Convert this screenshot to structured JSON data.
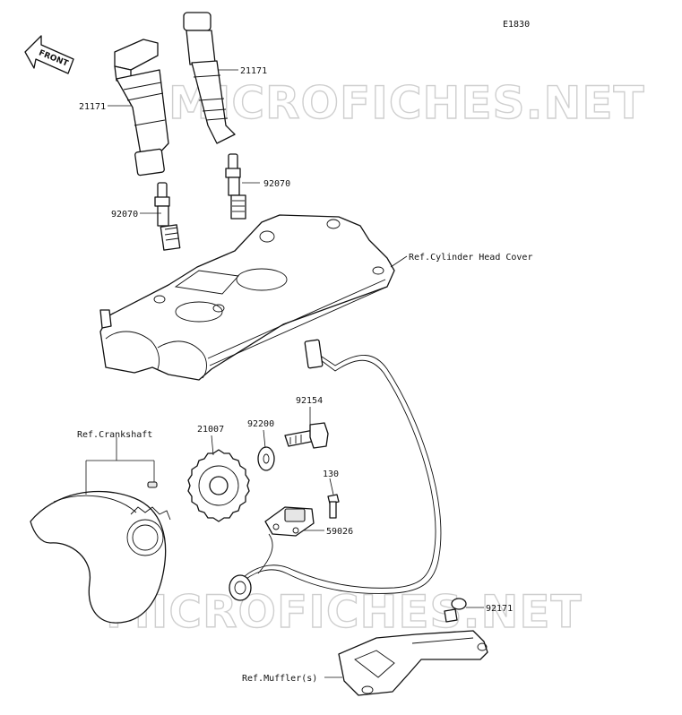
{
  "diagram": {
    "code": "E1830",
    "front_label": "FRONT",
    "watermark": "MICROFICHES.NET",
    "callouts": [
      {
        "id": "coil-left",
        "text": "21171"
      },
      {
        "id": "coil-right",
        "text": "21171"
      },
      {
        "id": "plug-left",
        "text": "92070"
      },
      {
        "id": "plug-right",
        "text": "92070"
      },
      {
        "id": "head-cover",
        "text": "Ref.Cylinder Head Cover"
      },
      {
        "id": "bolt",
        "text": "92154"
      },
      {
        "id": "washer",
        "text": "92200"
      },
      {
        "id": "rotor",
        "text": "21007"
      },
      {
        "id": "crankshaft",
        "text": "Ref.Crankshaft"
      },
      {
        "id": "sensor-bolt",
        "text": "130"
      },
      {
        "id": "sensor",
        "text": "59026"
      },
      {
        "id": "clamp",
        "text": "92171"
      },
      {
        "id": "muffler",
        "text": "Ref.Muffler(s)"
      }
    ]
  }
}
